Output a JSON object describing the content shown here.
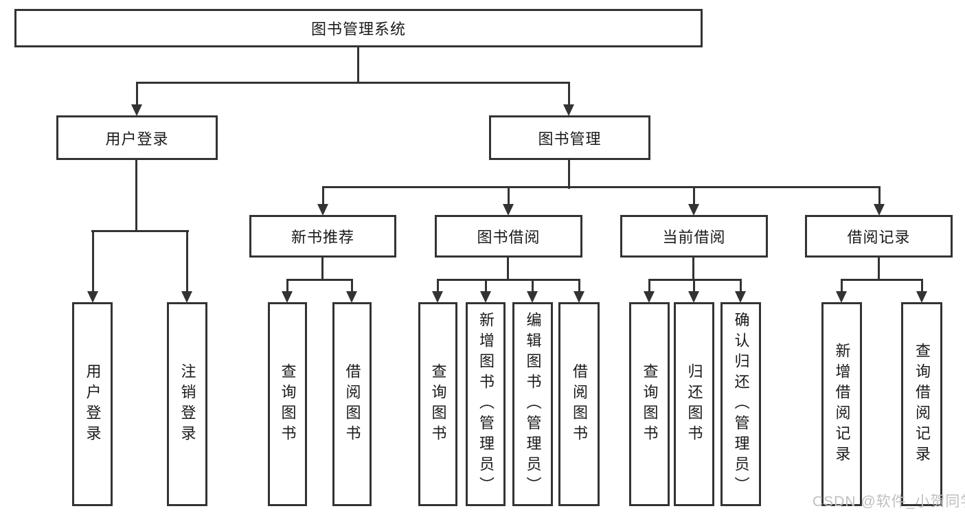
{
  "colors": {
    "line": "#333333",
    "text": "#1a1a1a",
    "watermark": "#bfbfbf",
    "background": "#ffffff"
  },
  "watermark": {
    "text": "CSDN @软件_小贺同学"
  },
  "tree": {
    "root": {
      "label": "图书管理系统",
      "children": [
        {
          "label": "用户登录",
          "children": [
            {
              "label": "用户登录"
            },
            {
              "label": "注销登录"
            }
          ]
        },
        {
          "label": "图书管理",
          "children": [
            {
              "label": "新书推荐",
              "children": [
                {
                  "label": "查询图书"
                },
                {
                  "label": "借阅图书"
                }
              ]
            },
            {
              "label": "图书借阅",
              "children": [
                {
                  "label": "查询图书"
                },
                {
                  "label": "新增图书（管理员）"
                },
                {
                  "label": "编辑图书（管理员）"
                },
                {
                  "label": "借阅图书"
                }
              ]
            },
            {
              "label": "当前借阅",
              "children": [
                {
                  "label": "查询图书"
                },
                {
                  "label": "归还图书"
                },
                {
                  "label": "确认归还（管理员）"
                }
              ]
            },
            {
              "label": "借阅记录",
              "children": [
                {
                  "label": "新增借阅记录"
                },
                {
                  "label": "查询借阅记录"
                }
              ]
            }
          ]
        }
      ]
    }
  }
}
